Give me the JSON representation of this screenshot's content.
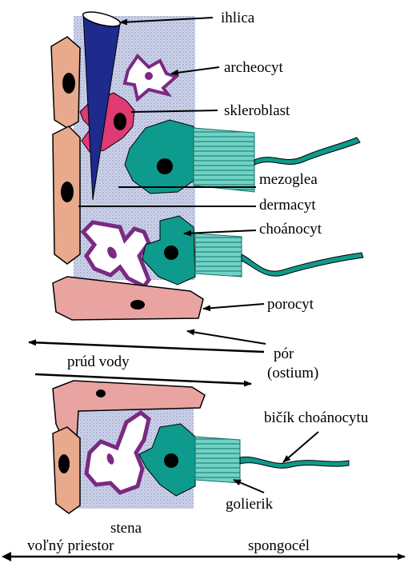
{
  "labels": {
    "ihlica": "ihlica",
    "archeocyt": "archeocyt",
    "skleroblast": "skleroblast",
    "mezoglea": "mezoglea",
    "dermacyt": "dermacyt",
    "choanocyt": "choánocyt",
    "porocyt": "porocyt",
    "prud_vody": "prúd vody",
    "por": "pór",
    "ostium": "(ostium)",
    "bicik": "bičík choánocytu",
    "golierik": "golierik",
    "stena": "stena",
    "volny_priestor": "voľný priestor",
    "spongocel": "spongocél"
  },
  "colors": {
    "mezoglea": "#c9cfe6",
    "dermacyt": "#e8a98c",
    "porocyt": "#e9a4a1",
    "skleroblast": "#e03a73",
    "ihlica": "#1e2a8c",
    "choanocyt": "#0e9a8c",
    "collar": "#6ad0c2",
    "nucleus": "#000000",
    "archeocyt_border": "#7a2a82",
    "archeocyt_nucleus": "#7a2a82"
  }
}
